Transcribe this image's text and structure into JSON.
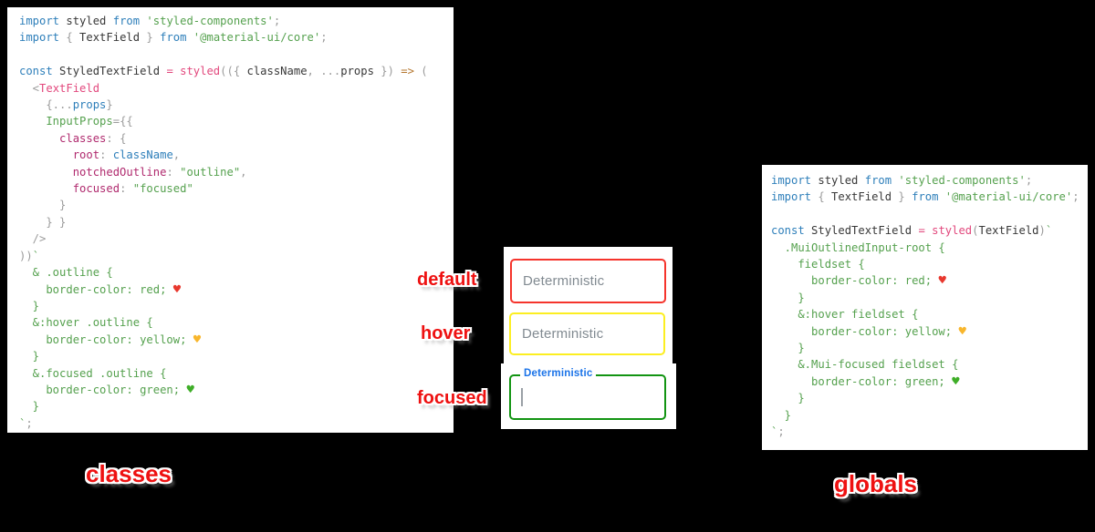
{
  "page_bg": "#000000",
  "captions": {
    "left": "classes",
    "right": "globals"
  },
  "sticker_color": "#ee1111",
  "states": [
    {
      "label": "default",
      "field_text": "Deterministic",
      "border": "#f5342c"
    },
    {
      "label": "hover",
      "field_text": "Deterministic",
      "border": "#fcee21"
    },
    {
      "label": "focused",
      "field_text": "Deterministic",
      "border": "#129412",
      "floating_label_color": "#1a73e8"
    }
  ],
  "heart_colors": {
    "red": "#e8382e",
    "yellow": "#f8b62c",
    "green": "#3fae28"
  },
  "left_code": {
    "lines": [
      [
        [
          "kw",
          "import"
        ],
        [
          "pl",
          " styled "
        ],
        [
          "kw",
          "from"
        ],
        [
          "str",
          " 'styled-components'"
        ],
        [
          "pun",
          ";"
        ]
      ],
      [
        [
          "kw",
          "import"
        ],
        [
          "pun",
          " { "
        ],
        [
          "pl",
          "TextField"
        ],
        [
          "pun",
          " } "
        ],
        [
          "kw",
          "from"
        ],
        [
          "str",
          " '@material-ui/core'"
        ],
        [
          "pun",
          ";"
        ]
      ],
      [],
      [
        [
          "kw",
          "const"
        ],
        [
          "pl",
          " StyledTextField "
        ],
        [
          "pink",
          "= styled"
        ],
        [
          "pun",
          "(({ "
        ],
        [
          "pl",
          "className"
        ],
        [
          "pun",
          ", ..."
        ],
        [
          "pl",
          "props"
        ],
        [
          "pun",
          " }) "
        ],
        [
          "arrow",
          "=>"
        ],
        [
          "pun",
          " ("
        ]
      ],
      [
        [
          "pun",
          "  <"
        ],
        [
          "pink",
          "TextField"
        ]
      ],
      [
        [
          "pun",
          "    {..."
        ],
        [
          "var",
          "props"
        ],
        [
          "pun",
          "}"
        ]
      ],
      [
        [
          "str",
          "    InputProps"
        ],
        [
          "pun",
          "={{"
        ]
      ],
      [
        [
          "prop",
          "      classes"
        ],
        [
          "pun",
          ": {"
        ]
      ],
      [
        [
          "prop",
          "        root"
        ],
        [
          "pun",
          ": "
        ],
        [
          "var",
          "className"
        ],
        [
          "pun",
          ","
        ]
      ],
      [
        [
          "prop",
          "        notchedOutline"
        ],
        [
          "pun",
          ": "
        ],
        [
          "str",
          "\"outline\""
        ],
        [
          "pun",
          ","
        ]
      ],
      [
        [
          "prop",
          "        focused"
        ],
        [
          "pun",
          ": "
        ],
        [
          "str",
          "\"focused\""
        ]
      ],
      [
        [
          "pun",
          "      }"
        ]
      ],
      [
        [
          "pun",
          "    } }"
        ]
      ],
      [
        [
          "pun",
          "  />"
        ]
      ],
      [
        [
          "pun",
          "))"
        ],
        [
          "str",
          "`"
        ]
      ],
      [
        [
          "str",
          "  & .outline {"
        ]
      ],
      [
        [
          "str",
          "    border-color: red; "
        ],
        [
          "h-red",
          "♥"
        ]
      ],
      [
        [
          "str",
          "  }"
        ]
      ],
      [
        [
          "str",
          "  &:hover .outline {"
        ]
      ],
      [
        [
          "str",
          "    border-color: yellow; "
        ],
        [
          "h-yel",
          "♥"
        ]
      ],
      [
        [
          "str",
          "  }"
        ]
      ],
      [
        [
          "str",
          "  &.focused .outline {"
        ]
      ],
      [
        [
          "str",
          "    border-color: green; "
        ],
        [
          "h-grn",
          "♥"
        ]
      ],
      [
        [
          "str",
          "  }"
        ]
      ],
      [
        [
          "str",
          "`"
        ],
        [
          "pun",
          ";"
        ]
      ]
    ]
  },
  "right_code": {
    "lines": [
      [
        [
          "kw",
          "import"
        ],
        [
          "pl",
          " styled "
        ],
        [
          "kw",
          "from"
        ],
        [
          "str",
          " 'styled-components'"
        ],
        [
          "pun",
          ";"
        ]
      ],
      [
        [
          "kw",
          "import"
        ],
        [
          "pun",
          " { "
        ],
        [
          "pl",
          "TextField"
        ],
        [
          "pun",
          " } "
        ],
        [
          "kw",
          "from"
        ],
        [
          "str",
          " '@material-ui/core'"
        ],
        [
          "pun",
          ";"
        ]
      ],
      [],
      [
        [
          "kw",
          "const"
        ],
        [
          "pl",
          " StyledTextField "
        ],
        [
          "pink",
          "= styled"
        ],
        [
          "pun",
          "("
        ],
        [
          "pl",
          "TextField"
        ],
        [
          "pun",
          ")"
        ],
        [
          "str",
          "`"
        ]
      ],
      [
        [
          "str",
          "  .MuiOutlinedInput-root {"
        ]
      ],
      [
        [
          "str",
          "    fieldset {"
        ]
      ],
      [
        [
          "str",
          "      border-color: red; "
        ],
        [
          "h-red",
          "♥"
        ]
      ],
      [
        [
          "str",
          "    }"
        ]
      ],
      [
        [
          "str",
          "    &:hover fieldset {"
        ]
      ],
      [
        [
          "str",
          "      border-color: yellow; "
        ],
        [
          "h-yel",
          "♥"
        ]
      ],
      [
        [
          "str",
          "    }"
        ]
      ],
      [
        [
          "str",
          "    &.Mui-focused fieldset {"
        ]
      ],
      [
        [
          "str",
          "      border-color: green; "
        ],
        [
          "h-grn",
          "♥"
        ]
      ],
      [
        [
          "str",
          "    }"
        ]
      ],
      [
        [
          "str",
          "  }"
        ]
      ],
      [
        [
          "str",
          "`"
        ],
        [
          "pun",
          ";"
        ]
      ]
    ]
  }
}
